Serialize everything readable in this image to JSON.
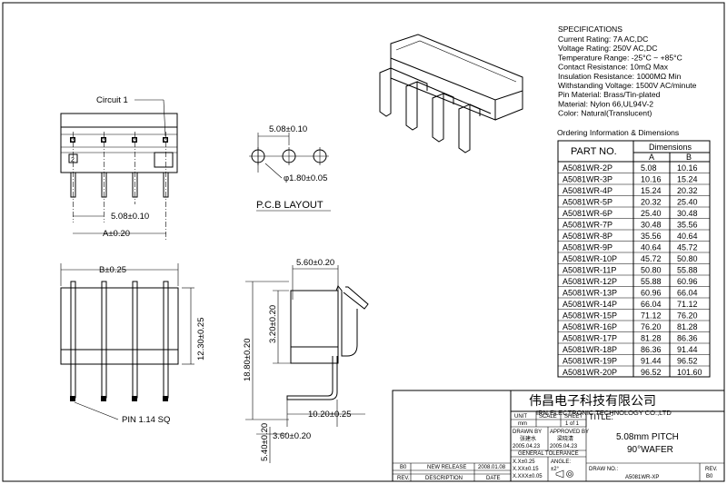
{
  "specifications": {
    "title": "SPECIFICATIONS",
    "lines": [
      "Current Rating: 7A AC,DC",
      "Voltage Rating: 250V AC,DC",
      "Temperature Range: -25°C ~ +85°C",
      "Contact Resistance: 10mΩ Max",
      "Insulation Resistance: 1000MΩ Min",
      "Withstanding Voltage: 1500V AC/minute",
      "Pin Material: Brass/Tin-plated",
      "Material: Nylon 66,UL94V-2",
      "Color: Natural(Translucent)"
    ]
  },
  "ordering": {
    "title": "Ordering Information & Dimensions",
    "header_part": "PART NO.",
    "header_dims": "Dimensions",
    "header_a": "A",
    "header_b": "B",
    "rows": [
      [
        "A5081WR-2P",
        "5.08",
        "10.16"
      ],
      [
        "A5081WR-3P",
        "10.16",
        "15.24"
      ],
      [
        "A5081WR-4P",
        "15.24",
        "20.32"
      ],
      [
        "A5081WR-5P",
        "20.32",
        "25.40"
      ],
      [
        "A5081WR-6P",
        "25.40",
        "30.48"
      ],
      [
        "A5081WR-7P",
        "30.48",
        "35.56"
      ],
      [
        "A5081WR-8P",
        "35.56",
        "40.64"
      ],
      [
        "A5081WR-9P",
        "40.64",
        "45.72"
      ],
      [
        "A5081WR-10P",
        "45.72",
        "50.80"
      ],
      [
        "A5081WR-11P",
        "50.80",
        "55.88"
      ],
      [
        "A5081WR-12P",
        "55.88",
        "60.96"
      ],
      [
        "A5081WR-13P",
        "60.96",
        "66.04"
      ],
      [
        "A5081WR-14P",
        "66.04",
        "71.12"
      ],
      [
        "A5081WR-15P",
        "71.12",
        "76.20"
      ],
      [
        "A5081WR-16P",
        "76.20",
        "81.28"
      ],
      [
        "A5081WR-17P",
        "81.28",
        "86.36"
      ],
      [
        "A5081WR-18P",
        "86.36",
        "91.44"
      ],
      [
        "A5081WR-19P",
        "91.44",
        "96.52"
      ],
      [
        "A5081WR-20P",
        "96.52",
        "101.60"
      ]
    ]
  },
  "views": {
    "circuit_label": "Circuit 1",
    "circuit_number": "2",
    "pitch_dim": "5.08±0.10",
    "a_dim": "A±0.20",
    "b_dim": "B±0.25",
    "pin_label": "PIN 1.14 SQ",
    "pcb_pitch": "5.08±0.10",
    "pcb_hole": "φ1.80±0.05",
    "pcb_title": "P.C.B LAYOUT",
    "dim_12_30": "12.30±0.25",
    "dim_5_60": "5.60±0.20",
    "dim_3_20": "3.20±0.20",
    "dim_18_80": "18.80±0.20",
    "dim_10_20": "10.20±0.25",
    "dim_3_60": "3.60±0.20",
    "dim_5_40": "5.40±0.20"
  },
  "title_block": {
    "company_cn": "伟昌电子科技有限公司",
    "company_en": "IRN ELECTRONIC TECHNOLOGY CO.,LTD",
    "unit": "UNIT",
    "unit_val": "mm",
    "scale": "SCALE",
    "sheet": "SHEET",
    "sheet_val": "1 of 1",
    "title_label": "TITLE:",
    "title_line1": "5.08mm PITCH",
    "title_line2": "90°WAFER",
    "drawn_by": "DRAWN BY",
    "drawn_name": "张建水",
    "drawn_date": "2005.04.23",
    "approved_by": "APPROVED BY",
    "approved_name": "梁晓清",
    "approved_date": "2005.04.23",
    "general_tol": "GENERAL TOLERANCE",
    "tol1": "X.X±0.25",
    "tol2": "X.XX±0.15",
    "tol3": "X.XXX±0.05",
    "angle": "ANGLE:",
    "angle_val": "±2°",
    "rev1": "B0",
    "rev1_desc": "NEW RELEASE",
    "rev1_date": "2008.01.08",
    "rev_h": "REV.",
    "desc_h": "DESCRIPTION",
    "date_h": "DATE",
    "drawing_no_label": "DRAW NO.:",
    "drawing_no": "A5081WR-XP",
    "rev_label": "REV.",
    "rev_val": "B0"
  }
}
